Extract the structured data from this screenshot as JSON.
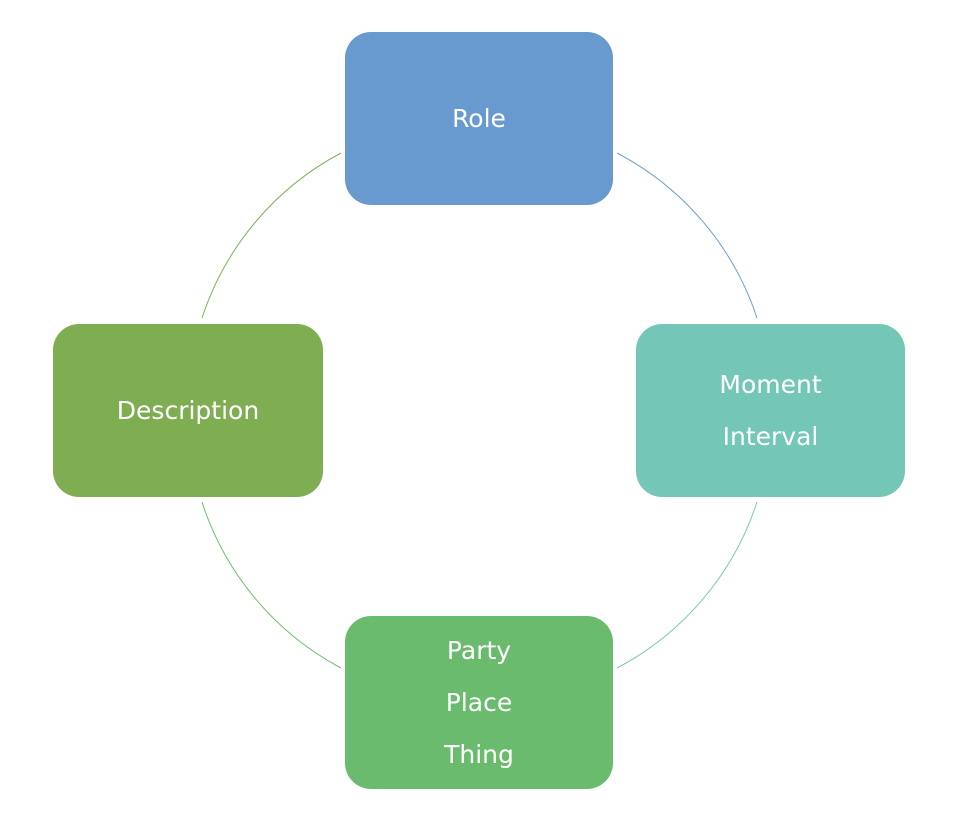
{
  "diagram": {
    "nodes": {
      "role": {
        "lines": [
          "Role"
        ],
        "color": "#6899cf"
      },
      "moment_interval": {
        "lines": [
          "Moment",
          "Interval"
        ],
        "color": "#74c6b7"
      },
      "party_place_thing": {
        "lines": [
          "Party",
          "Place",
          "Thing"
        ],
        "color": "#6bbb6f"
      },
      "description": {
        "lines": [
          "Description"
        ],
        "color": "#7fad52"
      }
    },
    "connectors": [
      {
        "from": "role",
        "to": "moment_interval",
        "color": "#6f9fd1"
      },
      {
        "from": "moment_interval",
        "to": "party_place_thing",
        "color": "#78c8b8"
      },
      {
        "from": "party_place_thing",
        "to": "description",
        "color": "#6fbd72"
      },
      {
        "from": "description",
        "to": "role",
        "color": "#82b057"
      }
    ]
  }
}
